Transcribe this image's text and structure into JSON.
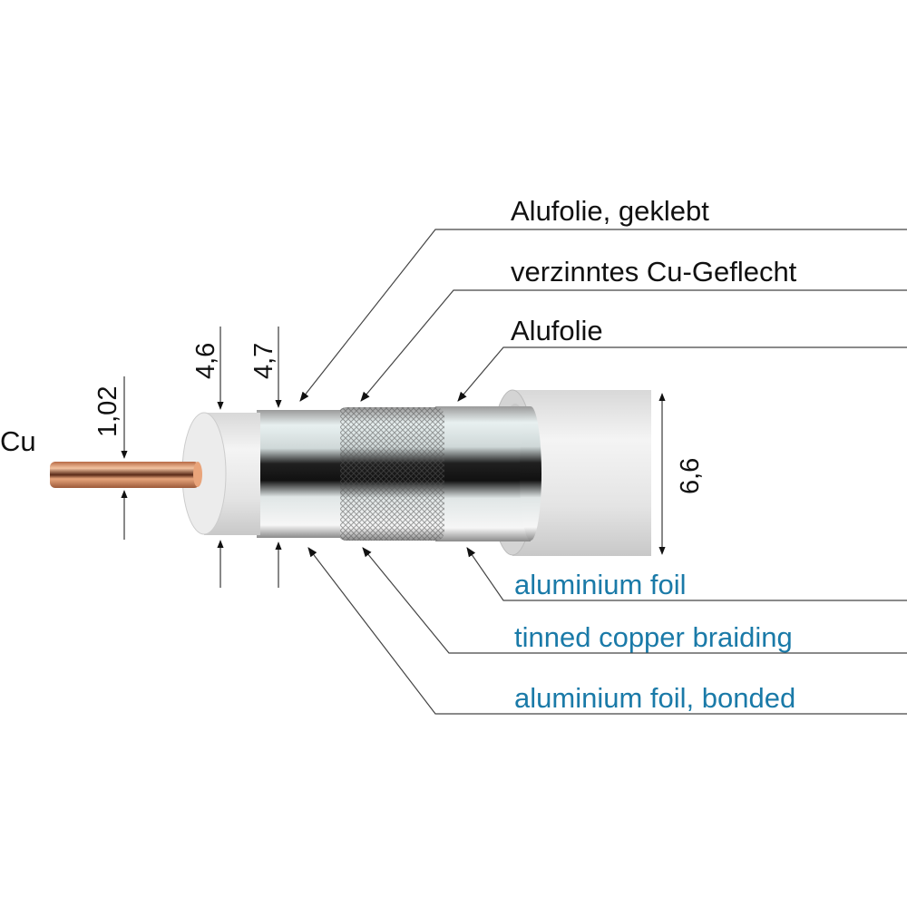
{
  "colors": {
    "label_de": "#111111",
    "label_en": "#1a7aa8",
    "copper": "#d98a5e",
    "jacket": "#e6e6e6"
  },
  "conductor_label": "Cu",
  "dimensions": {
    "conductor": "1,02",
    "dielectric": "4,6",
    "foil": "4,7",
    "outer": "6,6"
  },
  "labels_de": [
    "Alufolie, geklebt",
    "verzinntes Cu-Geflecht",
    "Alufolie"
  ],
  "labels_en": [
    "aluminium foil",
    "tinned copper braiding",
    "aluminium foil, bonded"
  ]
}
